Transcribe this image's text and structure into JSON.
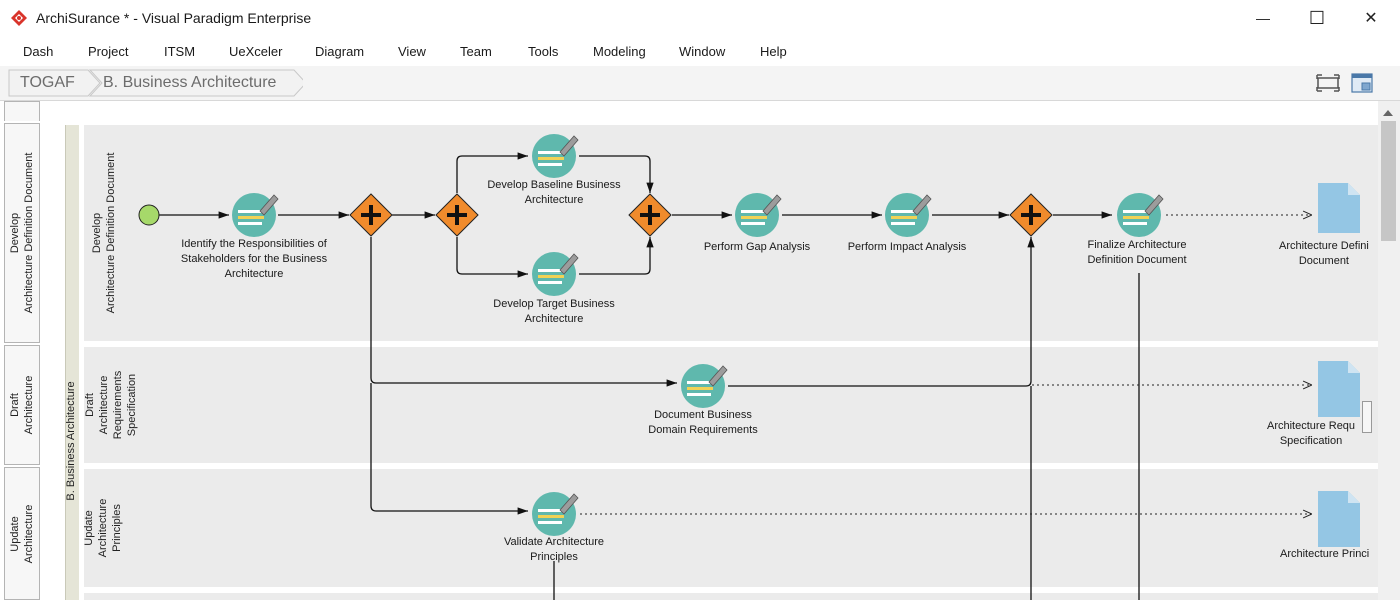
{
  "window": {
    "title": "ArchiSurance * - Visual Paradigm Enterprise",
    "controls": {
      "minimize": "—",
      "maximize": "☐",
      "close": "✕"
    }
  },
  "menu": [
    "Dash",
    "Project",
    "ITSM",
    "UeXceler",
    "Diagram",
    "View",
    "Team",
    "Tools",
    "Modeling",
    "Window",
    "Help"
  ],
  "breadcrumb": [
    "TOGAF",
    "B. Business Architecture"
  ],
  "side_tabs": [
    "Develop\nArchitecture Definition Document",
    "Draft\nArchitecture",
    "Update\nArchitecture"
  ],
  "pool": {
    "label": "B. Business Architecture"
  },
  "lanes": [
    "Develop\nArchitecture Definition Document",
    "Draft\nArchitecture\nRequirements\nSpecification",
    "Update\nArchitecture\nPrinciples"
  ],
  "tasks": {
    "identify": "Identify the Responsibilities of\nStakeholders for the Business\nArchitecture",
    "baseline": "Develop Baseline Business\nArchitecture",
    "target": "Develop Target Business\nArchitecture",
    "gap": "Perform Gap Analysis",
    "impact": "Perform Impact Analysis",
    "finalize": "Finalize Architecture\nDefinition Document",
    "domain_req": "Document Business\nDomain Requirements",
    "validate": "Validate Architecture\nPrinciples"
  },
  "artifacts": {
    "add": "Architecture Defini\nDocument",
    "ars": "Architecture Requ\nSpecification",
    "principles": "Architecture Princi"
  },
  "colors": {
    "task_fill": "#5fb8ad",
    "gateway_fill": "#f08b2c",
    "start_event": "#a6d96a",
    "document": "#94c6e4",
    "lane_bg": "#ebebeb"
  },
  "icons": {
    "app": "visual-paradigm-logo-icon",
    "toolbar": [
      "fit-diagram-icon",
      "diagram-navigator-icon"
    ],
    "task": "task-edit-icon",
    "gateway": "parallel-gateway-icon"
  }
}
